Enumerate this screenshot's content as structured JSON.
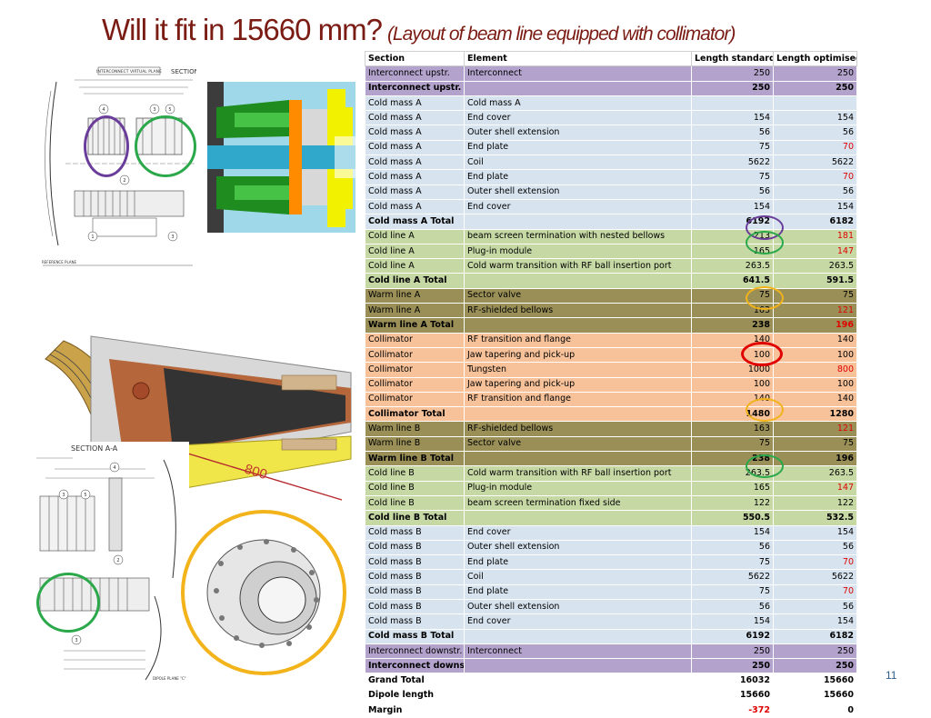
{
  "title": {
    "main": "Will it fit in 15660 mm?",
    "sub": "(Layout of beam line equipped with collimator)"
  },
  "page_number": "11",
  "figures": {
    "top_drawing": {
      "header_left": "INTERCONNECT VIRTUAL PLANE",
      "header_right": "SECTION",
      "plane": "REFERENCE PLANE",
      "callouts": [
        "4",
        "3",
        "5",
        "1",
        "3",
        "2"
      ]
    },
    "bottom_drawing": {
      "section_label": "SECTION A-A",
      "plane": "DIPOLE PLANE \"C\"",
      "callouts": [
        "3",
        "5",
        "4",
        "2",
        "3"
      ]
    },
    "collimator_dimension": "800"
  },
  "colors": {
    "title": "#7b1c14",
    "interconnect": "#b3a3cc",
    "cold_mass": "#d7e3ee",
    "cold_line": "#c6d9a4",
    "warm_line": "#9a8f57",
    "collimator": "#f7c29a",
    "purple_ring": "#6a3d9a",
    "green_ring": "#2aa84a",
    "orange_ring": "#f2b31b",
    "red_ring": "#e00000"
  },
  "table": {
    "headers": [
      "Section",
      "Element",
      "Length standard",
      "Length optimised"
    ],
    "rows": [
      {
        "s": "Interconnect upstr.",
        "e": "Interconnect",
        "ls": "250",
        "lo": "250"
      },
      {
        "s": "Interconnect upstr. Total",
        "e": "",
        "ls": "250",
        "lo": "250"
      },
      {
        "s": "Cold mass A",
        "e": "Cold mass A",
        "ls": "",
        "lo": ""
      },
      {
        "s": "Cold mass A",
        "e": "End cover",
        "ls": "154",
        "lo": "154"
      },
      {
        "s": "Cold mass A",
        "e": "Outer shell extension",
        "ls": "56",
        "lo": "56"
      },
      {
        "s": "Cold mass A",
        "e": "End plate",
        "ls": "75",
        "lo": "70"
      },
      {
        "s": "Cold mass A",
        "e": "Coil",
        "ls": "5622",
        "lo": "5622"
      },
      {
        "s": "Cold mass A",
        "e": "End plate",
        "ls": "75",
        "lo": "70"
      },
      {
        "s": "Cold mass A",
        "e": "Outer shell extension",
        "ls": "56",
        "lo": "56"
      },
      {
        "s": "Cold mass A",
        "e": "End cover",
        "ls": "154",
        "lo": "154"
      },
      {
        "s": "Cold mass A Total",
        "e": "",
        "ls": "6192",
        "lo": "6182"
      },
      {
        "s": "Cold line A",
        "e": "beam screen termination with nested bellows",
        "ls": "213",
        "lo": "181"
      },
      {
        "s": "Cold line A",
        "e": "Plug-in module",
        "ls": "165",
        "lo": "147"
      },
      {
        "s": "Cold line A",
        "e": "Cold warm transition with RF ball insertion port",
        "ls": "263.5",
        "lo": "263.5"
      },
      {
        "s": "Cold line A Total",
        "e": "",
        "ls": "641.5",
        "lo": "591.5"
      },
      {
        "s": "Warm line A",
        "e": "Sector valve",
        "ls": "75",
        "lo": "75"
      },
      {
        "s": "Warm line A",
        "e": "RF-shielded bellows",
        "ls": "163",
        "lo": "121"
      },
      {
        "s": "Warm line A Total",
        "e": "",
        "ls": "238",
        "lo": "196"
      },
      {
        "s": "Collimator",
        "e": "RF transition and flange",
        "ls": "140",
        "lo": "140"
      },
      {
        "s": "Collimator",
        "e": "Jaw tapering and pick-up",
        "ls": "100",
        "lo": "100"
      },
      {
        "s": "Collimator",
        "e": "Tungsten",
        "ls": "1000",
        "lo": "800"
      },
      {
        "s": "Collimator",
        "e": "Jaw tapering and pick-up",
        "ls": "100",
        "lo": "100"
      },
      {
        "s": "Collimator",
        "e": "RF transition and flange",
        "ls": "140",
        "lo": "140"
      },
      {
        "s": "Collimator Total",
        "e": "",
        "ls": "1480",
        "lo": "1280"
      },
      {
        "s": "Warm line B",
        "e": "RF-shielded bellows",
        "ls": "163",
        "lo": "121"
      },
      {
        "s": "Warm line B",
        "e": "Sector valve",
        "ls": "75",
        "lo": "75"
      },
      {
        "s": "Warm line B Total",
        "e": "",
        "ls": "238",
        "lo": "196"
      },
      {
        "s": "Cold line B",
        "e": "Cold warm transition with RF ball insertion port",
        "ls": "263.5",
        "lo": "263.5"
      },
      {
        "s": "Cold line B",
        "e": "Plug-in module",
        "ls": "165",
        "lo": "147"
      },
      {
        "s": "Cold line B",
        "e": "beam screen termination fixed side",
        "ls": "122",
        "lo": "122"
      },
      {
        "s": "Cold line B Total",
        "e": "",
        "ls": "550.5",
        "lo": "532.5"
      },
      {
        "s": "Cold mass B",
        "e": "End cover",
        "ls": "154",
        "lo": "154"
      },
      {
        "s": "Cold mass B",
        "e": "Outer shell extension",
        "ls": "56",
        "lo": "56"
      },
      {
        "s": "Cold mass B",
        "e": "End plate",
        "ls": "75",
        "lo": "70"
      },
      {
        "s": "Cold mass B",
        "e": "Coil",
        "ls": "5622",
        "lo": "5622"
      },
      {
        "s": "Cold mass B",
        "e": "End plate",
        "ls": "75",
        "lo": "70"
      },
      {
        "s": "Cold mass B",
        "e": "Outer shell extension",
        "ls": "56",
        "lo": "56"
      },
      {
        "s": "Cold mass B",
        "e": "End cover",
        "ls": "154",
        "lo": "154"
      },
      {
        "s": "Cold mass B Total",
        "e": "",
        "ls": "6192",
        "lo": "6182"
      },
      {
        "s": "Interconnect downstr.",
        "e": "Interconnect",
        "ls": "250",
        "lo": "250"
      },
      {
        "s": "Interconnect downstr. Total",
        "e": "",
        "ls": "250",
        "lo": "250"
      },
      {
        "s": "Grand Total",
        "e": "",
        "ls": "16032",
        "lo": "15660"
      },
      {
        "s": "Dipole length",
        "e": "",
        "ls": "15660",
        "lo": "15660"
      },
      {
        "s": "Margin",
        "e": "",
        "ls": "-372",
        "lo": "0"
      }
    ]
  }
}
